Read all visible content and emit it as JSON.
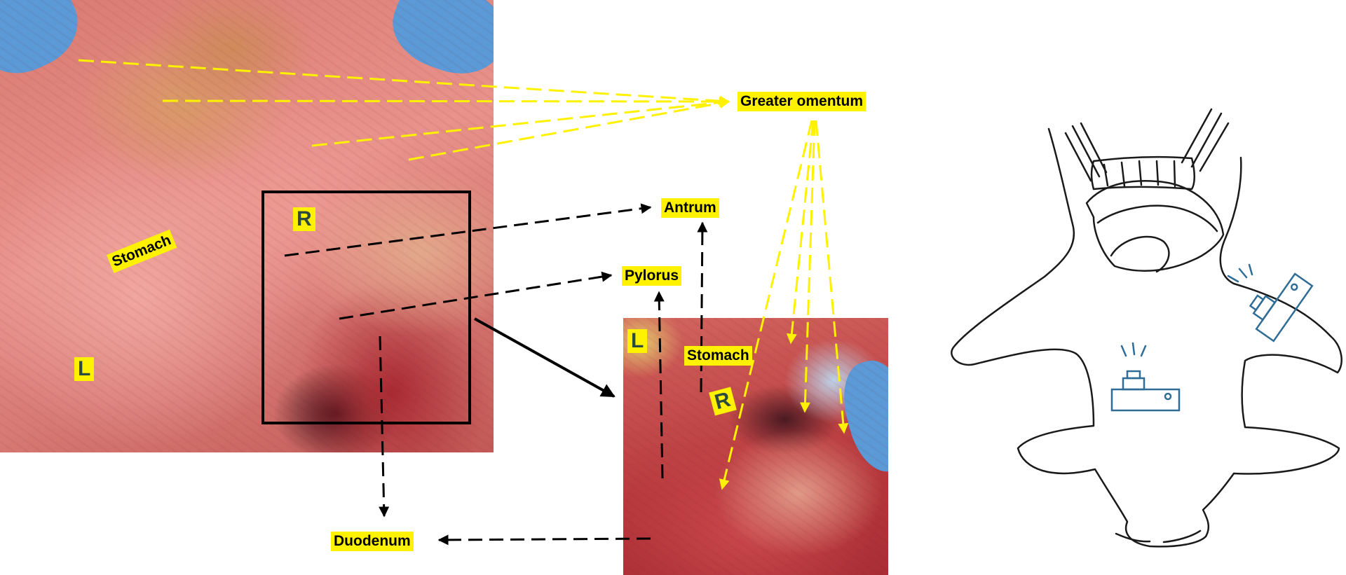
{
  "labels": {
    "greater_omentum": "Greater omentum",
    "antrum": "Antrum",
    "pylorus": "Pylorus",
    "duodenum": "Duodenum",
    "stomach": "Stomach",
    "right_marker": "R",
    "left_marker": "L"
  },
  "colors": {
    "label_background": "#fff200",
    "omentum_arrows": "#fff200",
    "anatomy_arrows": "#000000",
    "device_outline": "#2f6d97",
    "sketch_line": "#1a1a1a"
  },
  "icons": {
    "main_photo": "dissection-photo",
    "inset_photo": "dissection-closeup-photo",
    "illustration": "pig-outline-sketch",
    "device": "camera-sensor-icon"
  }
}
